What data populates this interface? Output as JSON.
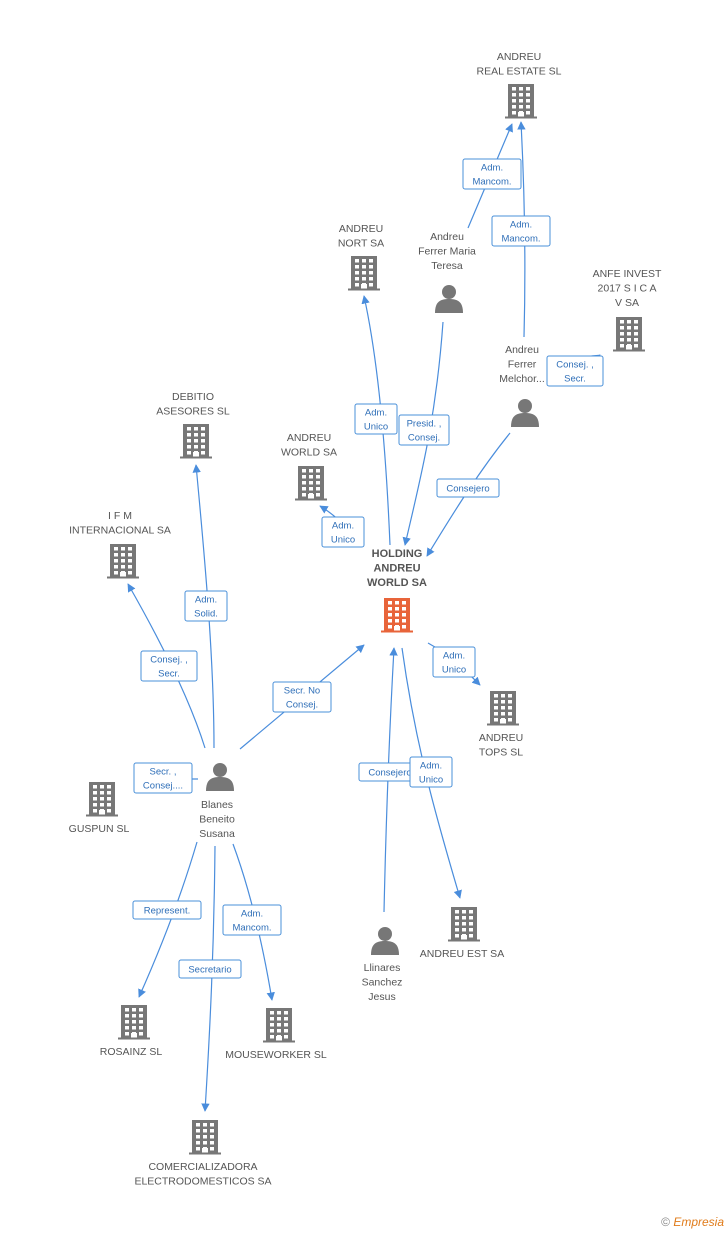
{
  "colors": {
    "edge": "#4a8ddc",
    "company": "#777777",
    "company_main": "#e8643a",
    "person": "#777777"
  },
  "nodes": [
    {
      "id": "holding",
      "type": "company",
      "main": true,
      "label": [
        "HOLDING",
        "ANDREU",
        "WORLD SA"
      ]
    },
    {
      "id": "andreu_real_estate",
      "type": "company",
      "label": [
        "ANDREU",
        "REAL ESTATE SL"
      ]
    },
    {
      "id": "andreu_nort",
      "type": "company",
      "label": [
        "ANDREU",
        "NORT SA"
      ]
    },
    {
      "id": "teresa",
      "type": "person",
      "label": [
        "Andreu",
        "Ferrer Maria",
        "Teresa"
      ]
    },
    {
      "id": "anfe",
      "type": "company",
      "label": [
        "ANFE INVEST",
        "2017 S I C A",
        "V SA"
      ]
    },
    {
      "id": "melchor",
      "type": "person",
      "label": [
        "Andreu",
        "Ferrer",
        "Melchor..."
      ]
    },
    {
      "id": "debitio",
      "type": "company",
      "label": [
        "DEBITIO",
        "ASESORES SL"
      ]
    },
    {
      "id": "andreu_world",
      "type": "company",
      "label": [
        "ANDREU",
        "WORLD SA"
      ]
    },
    {
      "id": "ifm",
      "type": "company",
      "label": [
        "I F M",
        "INTERNACIONAL SA"
      ]
    },
    {
      "id": "andreu_tops",
      "type": "company",
      "label": [
        "ANDREU",
        "TOPS SL"
      ]
    },
    {
      "id": "guspun",
      "type": "company",
      "label": [
        "GUSPUN SL"
      ]
    },
    {
      "id": "susana",
      "type": "person",
      "label": [
        "Blanes",
        "Beneito",
        "Susana"
      ]
    },
    {
      "id": "andreu_est",
      "type": "company",
      "label": [
        "ANDREU EST SA"
      ]
    },
    {
      "id": "jesus",
      "type": "person",
      "label": [
        "Llinares",
        "Sanchez",
        "Jesus"
      ]
    },
    {
      "id": "rosainz",
      "type": "company",
      "label": [
        "ROSAINZ SL"
      ]
    },
    {
      "id": "mouseworker",
      "type": "company",
      "label": [
        "MOUSEWORKER SL"
      ]
    },
    {
      "id": "comercializadora",
      "type": "company",
      "label": [
        "COMERCIALIZADORA",
        "ELECTRODOMESTICOS SA"
      ]
    }
  ],
  "edges": [
    {
      "from": "teresa",
      "to": "andreu_real_estate",
      "label": [
        "Adm.",
        "Mancom."
      ]
    },
    {
      "from": "melchor",
      "to": "andreu_real_estate",
      "label": [
        "Adm.",
        "Mancom."
      ]
    },
    {
      "from": "holding",
      "to": "andreu_nort",
      "label": [
        "Adm.",
        "Unico"
      ]
    },
    {
      "from": "teresa",
      "to": "holding",
      "label": [
        "Presid. ,",
        "Consej."
      ]
    },
    {
      "from": "melchor",
      "to": "anfe",
      "label": [
        "Consej. ,",
        "Secr."
      ]
    },
    {
      "from": "melchor",
      "to": "holding",
      "label": [
        "Consejero"
      ]
    },
    {
      "from": "holding",
      "to": "andreu_world",
      "label": [
        "Adm.",
        "Unico"
      ]
    },
    {
      "from": "susana",
      "to": "debitio",
      "label": [
        "Adm.",
        "Solid."
      ]
    },
    {
      "from": "susana",
      "to": "ifm",
      "label": [
        "Consej. ,",
        "Secr."
      ]
    },
    {
      "from": "susana",
      "to": "holding",
      "label": [
        "Secr.  No",
        "Consej."
      ]
    },
    {
      "from": "holding",
      "to": "andreu_tops",
      "label": [
        "Adm.",
        "Unico"
      ]
    },
    {
      "from": "susana",
      "to": "guspun",
      "label": [
        "Secr. ,",
        "Consej...."
      ]
    },
    {
      "from": "jesus",
      "to": "holding",
      "label": [
        "Consejero"
      ]
    },
    {
      "from": "holding",
      "to": "andreu_est",
      "label": [
        "Adm.",
        "Unico"
      ]
    },
    {
      "from": "susana",
      "to": "rosainz",
      "label": [
        "Represent."
      ]
    },
    {
      "from": "susana",
      "to": "mouseworker",
      "label": [
        "Adm.",
        "Mancom."
      ]
    },
    {
      "from": "susana",
      "to": "comercializadora",
      "label": [
        "Secretario"
      ]
    }
  ],
  "footer": {
    "copyright": "©",
    "brand": "Empresia"
  }
}
